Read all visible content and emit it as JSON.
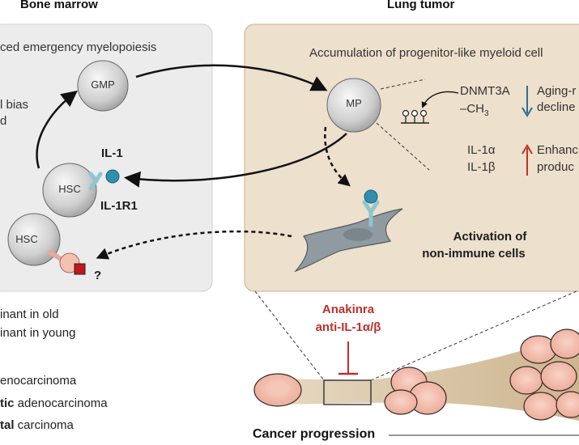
{
  "headers": {
    "bone_marrow": "Bone marrow",
    "lung_tumor": "Lung tumor"
  },
  "bone_marrow_panel": {
    "title": "ced emergency myelopoiesis",
    "bias_line1": "l bias",
    "bias_line2": "d",
    "gmp": "GMP",
    "hsc_front": "HSC",
    "hsc_back": "HSC",
    "il1": "IL-1",
    "il1r1": "IL-1R1",
    "question": "?"
  },
  "lung_panel": {
    "title": "Accumulation of progenitor-like myeloid cell",
    "mp": "MP",
    "dnmt3a": "DNMT3A",
    "ch3": "–CH",
    "ch3_sub": "3",
    "aging_line1": "Aging-r",
    "aging_line2": "decline",
    "il1a": "IL-1α",
    "il1b": "IL-1β",
    "enhanced_line1": "Enhanc",
    "enhanced_line2": "produc",
    "activation_line1": "Activation of",
    "activation_line2": "non-immune cells"
  },
  "treatment": {
    "line1": "Anakinra",
    "line2": "anti-IL-1α/β"
  },
  "legend": {
    "item1": "inant in old",
    "item2": "inant in young",
    "item3": "enocarcinoma",
    "item4_bold": "tic",
    "item4_rest": " adenocarcinoma",
    "item5_bold": "tal",
    "item5_rest": " carcinoma"
  },
  "cancer_progression": "Cancer progression",
  "colors": {
    "left_panel": "#ececec",
    "right_panel": "#ede0cc",
    "right_panel_border": "#c9b08c",
    "receptor": "#8ec6cf",
    "ligand": "#2e8fae",
    "down_arrow": "#2a6f95",
    "up_arrow": "#c0302b",
    "tumor_cell": "#f4c3b5",
    "tumor_band": "#d6c2a3",
    "red_square": "#c4161c"
  }
}
